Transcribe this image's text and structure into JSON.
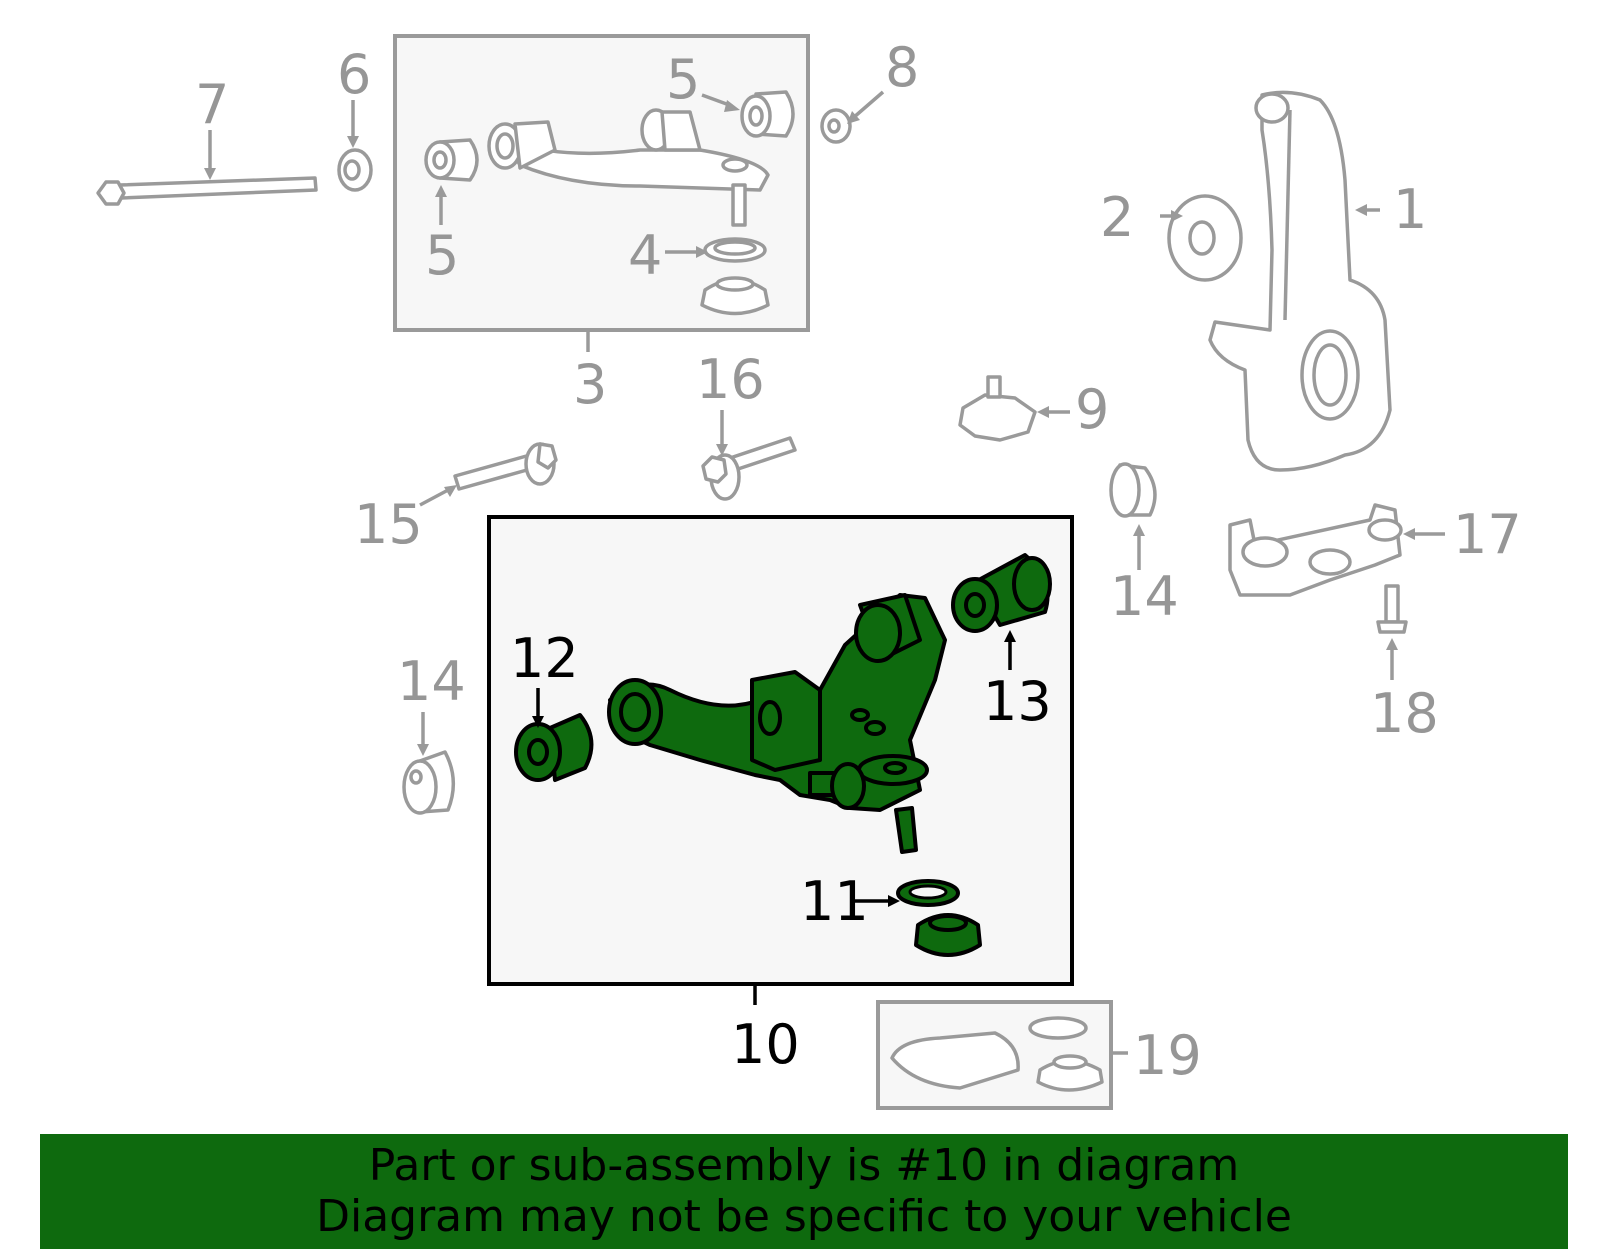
{
  "colors": {
    "highlight": "#0e6a0e",
    "grey_line": "#9a9a9a",
    "grey_label": "#969696",
    "box_fill": "#f7f7f7"
  },
  "labels": {
    "l1": "1",
    "l2": "2",
    "l3": "3",
    "l4": "4",
    "l5a": "5",
    "l5b": "5",
    "l6": "6",
    "l7": "7",
    "l8": "8",
    "l9": "9",
    "l10": "10",
    "l11": "11",
    "l12": "12",
    "l13": "13",
    "l14a": "14",
    "l14b": "14",
    "l15": "15",
    "l16": "16",
    "l17": "17",
    "l18": "18",
    "l19": "19"
  },
  "banner": {
    "line1": "Part or sub-assembly is #10 in diagram",
    "line2": "Diagram may not be specific to your vehicle"
  }
}
